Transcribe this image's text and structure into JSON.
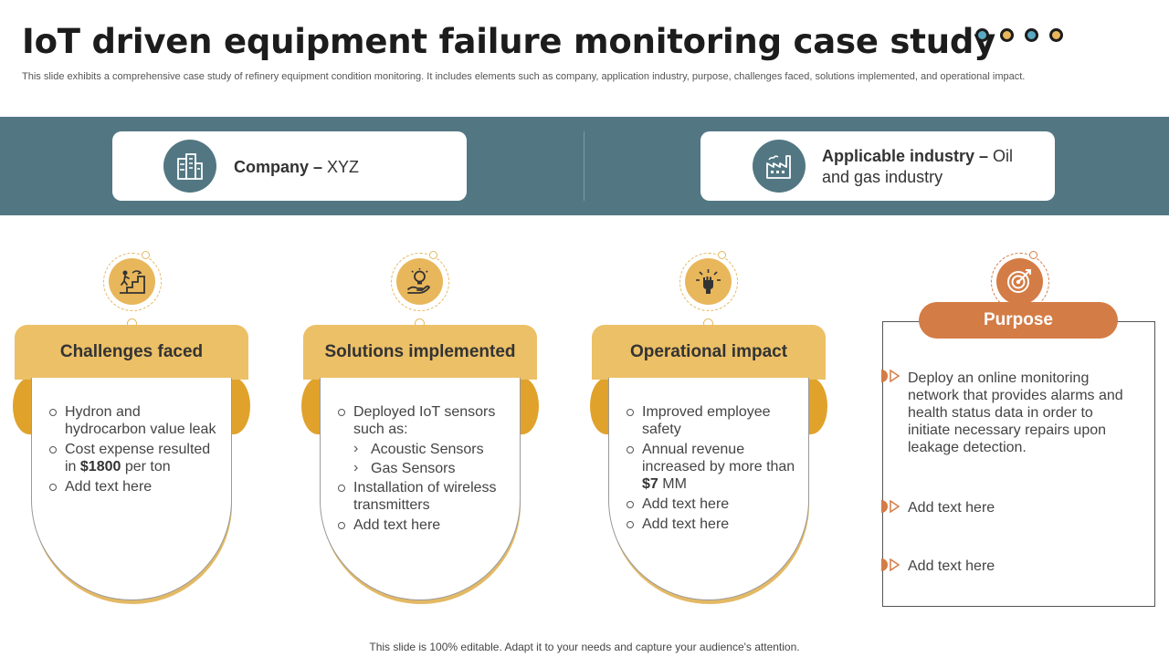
{
  "title": "IoT driven equipment failure monitoring case study",
  "subtitle": "This slide exhibits a comprehensive case study of refinery equipment condition monitoring. It includes elements such as company, application industry, purpose, challenges faced, solutions implemented, and operational impact.",
  "colors": {
    "dots": [
      "#5aa9c3",
      "#e8b75c",
      "#5aa9c3",
      "#e8b75c"
    ],
    "band": "#527783",
    "gold": "#ecc067",
    "orange": "#d47c46"
  },
  "company": {
    "label": "Company",
    "sep": " – ",
    "value": "XYZ",
    "icon": "buildings-icon"
  },
  "industry": {
    "label": "Applicable industry",
    "sep": " – ",
    "value_line1": "Oil",
    "value_line2": "and gas industry",
    "icon": "factory-icon"
  },
  "cards": [
    {
      "title": "Challenges faced",
      "icon": "stairs-climb-icon",
      "items": [
        {
          "text": "Hydron and hydrocarbon value leak"
        },
        {
          "pre": "Cost expense resulted in ",
          "bold": "$1800",
          "post": " per ton"
        },
        {
          "text": "Add text here"
        }
      ]
    },
    {
      "title": "Solutions implemented",
      "icon": "lightbulb-hand-icon",
      "items": [
        {
          "text": "Deployed IoT sensors such as:"
        },
        {
          "text": "Acoustic Sensors",
          "sub": true
        },
        {
          "text": "Gas Sensors",
          "sub": true
        },
        {
          "text": "Installation  of wireless transmitters"
        },
        {
          "text": "Add text here"
        }
      ]
    },
    {
      "title": "Operational impact",
      "icon": "fist-burst-icon",
      "items": [
        {
          "text": "Improved employee safety"
        },
        {
          "pre": "Annual revenue increased by more than ",
          "bold": "$7",
          "post": " MM"
        },
        {
          "text": "Add text here"
        },
        {
          "text": "Add text here"
        }
      ]
    }
  ],
  "purpose": {
    "title": "Purpose",
    "icon": "target-icon",
    "items": [
      "Deploy an online monitoring network that provides alarms and health status data in order to initiate necessary repairs upon leakage detection.",
      "Add text here",
      "Add text here"
    ]
  },
  "footer": "This slide is 100% editable. Adapt it to your needs and capture your audience's attention."
}
